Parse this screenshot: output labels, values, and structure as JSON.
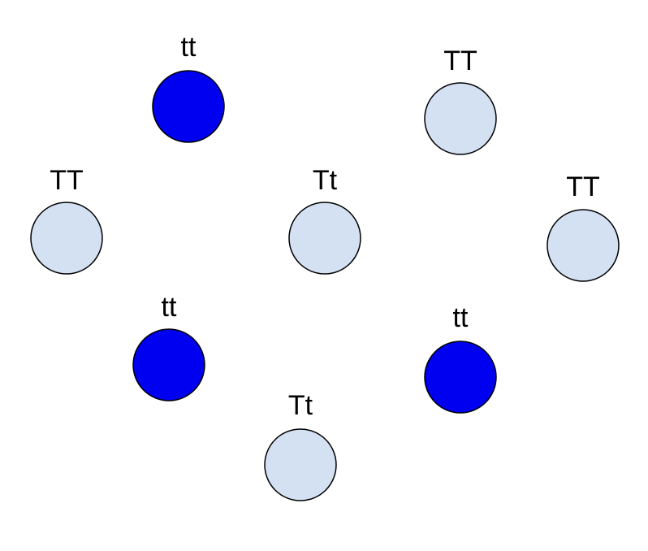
{
  "colors": {
    "tt": "#0000f0",
    "TT": "#d3e1f3",
    "Tt": "#d3e1f3",
    "stroke": "#000000",
    "background": "#ffffff"
  },
  "nodes": [
    {
      "label": "tt",
      "genotype": "tt"
    },
    {
      "label": "TT",
      "genotype": "TT"
    },
    {
      "label": "TT",
      "genotype": "TT"
    },
    {
      "label": "Tt",
      "genotype": "Tt"
    },
    {
      "label": "TT",
      "genotype": "TT"
    },
    {
      "label": "tt",
      "genotype": "tt"
    },
    {
      "label": "tt",
      "genotype": "tt"
    },
    {
      "label": "Tt",
      "genotype": "Tt"
    }
  ]
}
